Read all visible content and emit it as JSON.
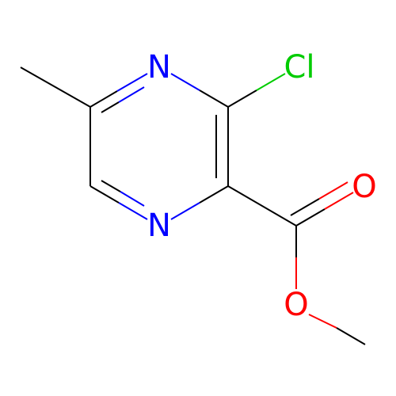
{
  "molecule": {
    "atoms": [
      {
        "id": "n-top",
        "label": "N",
        "element": "N"
      },
      {
        "id": "n-bottom",
        "label": "N",
        "element": "N"
      },
      {
        "id": "cl",
        "label": "Cl",
        "element": "Cl"
      },
      {
        "id": "o-carbonyl",
        "label": "O",
        "element": "O"
      },
      {
        "id": "o-ester",
        "label": "O",
        "element": "O"
      }
    ],
    "colors": {
      "carbon": "#000000",
      "nitrogen": "#0000ff",
      "chlorine": "#00cc00",
      "oxygen": "#ff0000"
    }
  }
}
